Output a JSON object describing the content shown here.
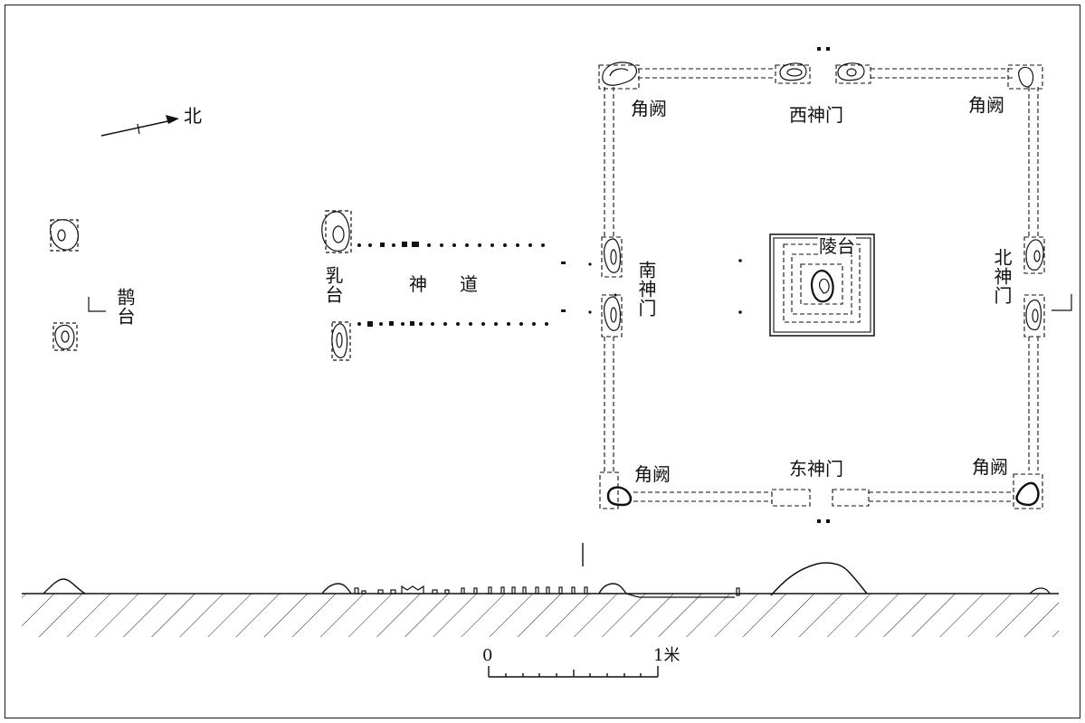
{
  "north_label": "北",
  "magpie_terrace": "鹊台",
  "breast_terrace": "乳台",
  "spirit_way": [
    "神",
    "道"
  ],
  "gates": {
    "south": "南神门",
    "north": "北神门",
    "west": "西神门",
    "east": "东神门"
  },
  "corner_towers": [
    "角阙",
    "角阙",
    "角阙",
    "角阙"
  ],
  "mausoleum": "陵台",
  "scale_bar": {
    "start": "0",
    "end": "1米"
  }
}
